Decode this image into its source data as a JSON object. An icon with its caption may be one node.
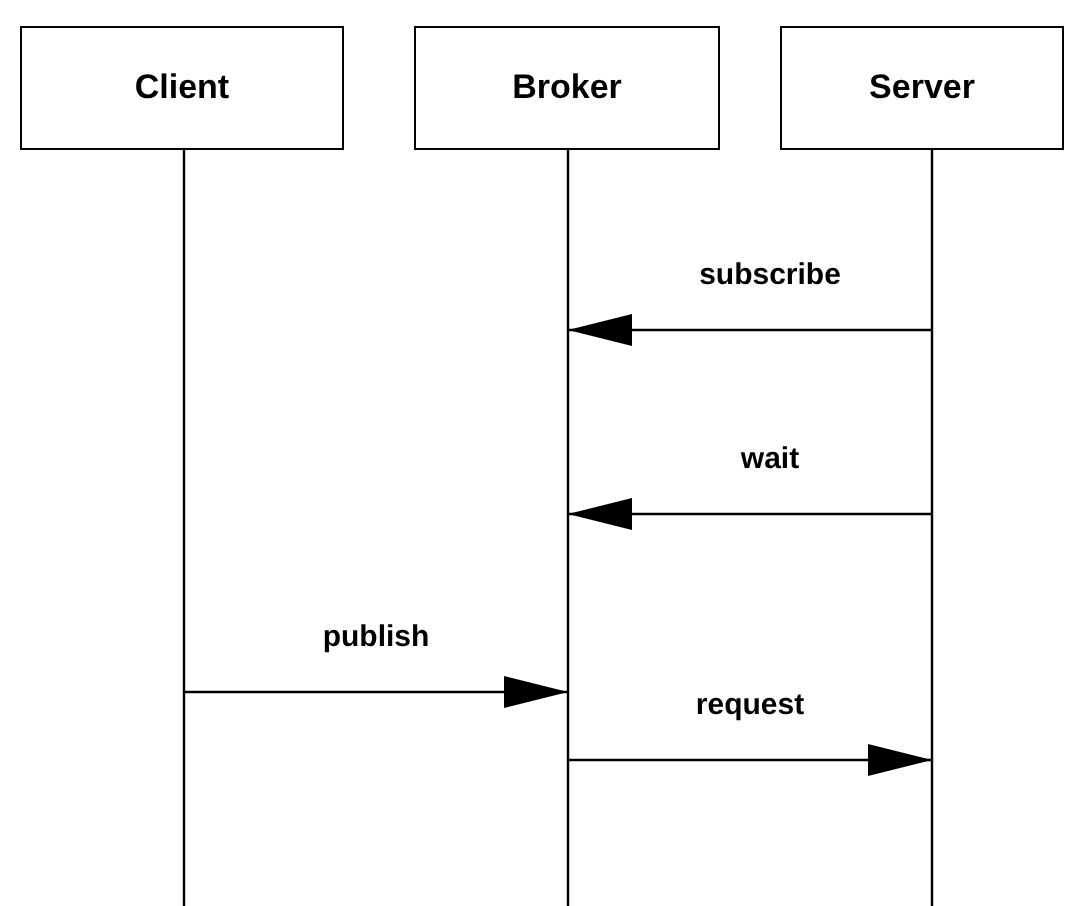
{
  "diagram": {
    "nodes": [
      {
        "text": [
          "Client"
        ]
      },
      {
        "text": [
          "Broker"
        ]
      },
      {
        "text": [
          "Server"
        ]
      }
    ],
    "edges": [
      {
        "from": 2,
        "to": 1,
        "arrow": "to",
        "label": "subscribe"
      },
      {
        "from": 2,
        "to": 1,
        "arrow": "to",
        "label": "wait"
      },
      {
        "from": 0,
        "to": 1,
        "arrow": "to",
        "label": "publish"
      },
      {
        "from": 1,
        "to": 2,
        "arrow": "to",
        "label": "request"
      }
    ]
  }
}
